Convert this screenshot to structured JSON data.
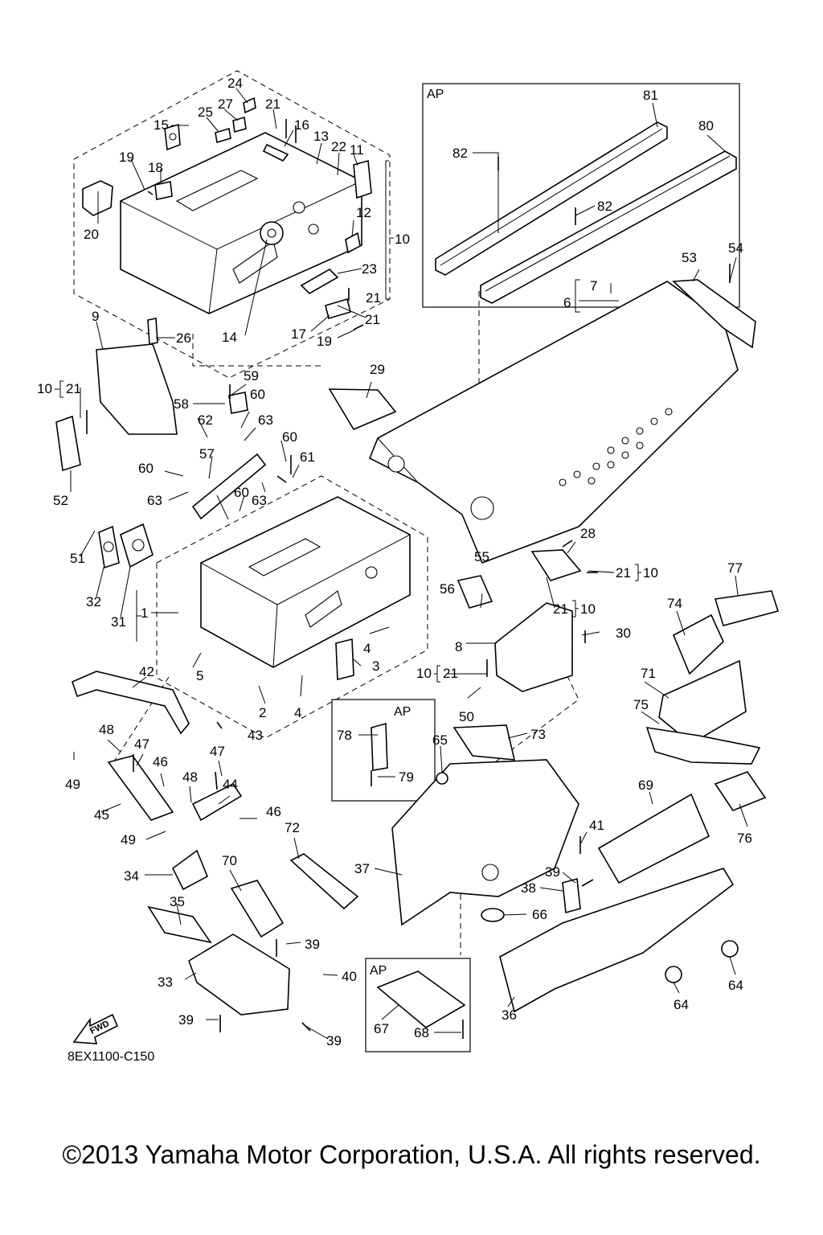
{
  "diagram": {
    "drawing_code": "8EX1100-C150",
    "direction_tag": "FWD",
    "assembly_tag": "AP",
    "callouts": [
      "1",
      "2",
      "3",
      "4",
      "5",
      "6",
      "7",
      "8",
      "9",
      "10",
      "11",
      "12",
      "13",
      "14",
      "15",
      "16",
      "17",
      "18",
      "19",
      "20",
      "21",
      "22",
      "23",
      "24",
      "25",
      "26",
      "27",
      "28",
      "29",
      "30",
      "31",
      "32",
      "33",
      "34",
      "35",
      "36",
      "37",
      "38",
      "39",
      "40",
      "41",
      "42",
      "43",
      "44",
      "45",
      "46",
      "47",
      "48",
      "49",
      "50",
      "51",
      "52",
      "53",
      "54",
      "55",
      "56",
      "57",
      "58",
      "59",
      "60",
      "61",
      "62",
      "63",
      "64",
      "65",
      "66",
      "67",
      "68",
      "69",
      "70",
      "71",
      "72",
      "73",
      "74",
      "75",
      "76",
      "77",
      "78",
      "79",
      "80",
      "81",
      "82"
    ]
  },
  "footer": {
    "copyright": "©2013 Yamaha Motor Corporation, U.S.A. All rights reserved."
  }
}
